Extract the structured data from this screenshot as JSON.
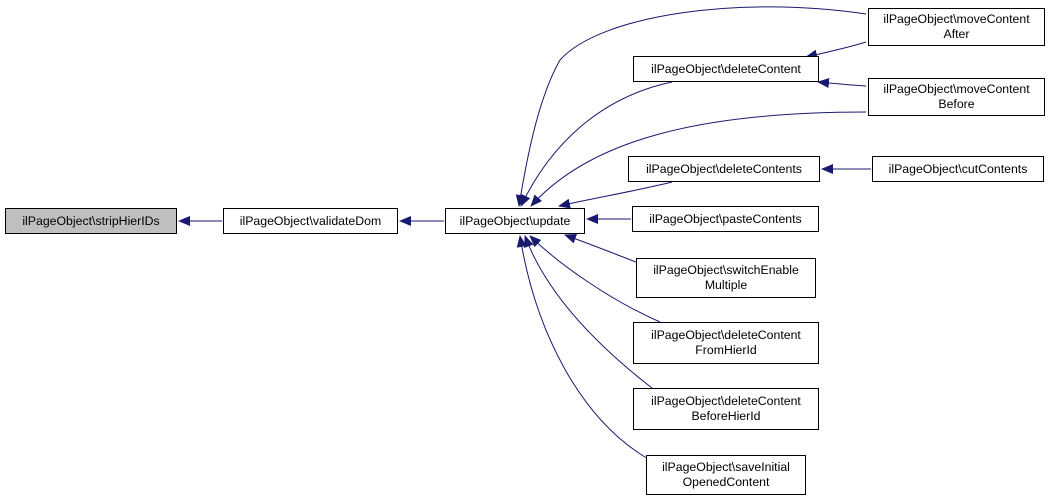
{
  "graph": {
    "colors": {
      "edge": "#191970",
      "node_border": "#000000",
      "node_fill": "#ffffff",
      "root_fill": "#bfbfbf"
    },
    "nodes": {
      "strip": {
        "lines": [
          "ilPageObject\\stripHierIDs"
        ]
      },
      "validate": {
        "lines": [
          "ilPageObject\\validateDom"
        ]
      },
      "update": {
        "lines": [
          "ilPageObject\\update"
        ]
      },
      "deleteContent": {
        "lines": [
          "ilPageObject\\deleteContent"
        ]
      },
      "moveAfter": {
        "lines": [
          "ilPageObject\\moveContent",
          "After"
        ]
      },
      "moveBefore": {
        "lines": [
          "ilPageObject\\moveContent",
          "Before"
        ]
      },
      "deleteContents": {
        "lines": [
          "ilPageObject\\deleteContents"
        ]
      },
      "cutContents": {
        "lines": [
          "ilPageObject\\cutContents"
        ]
      },
      "pasteContents": {
        "lines": [
          "ilPageObject\\pasteContents"
        ]
      },
      "switchEnable": {
        "lines": [
          "ilPageObject\\switchEnable",
          "Multiple"
        ]
      },
      "deleteFromHier": {
        "lines": [
          "ilPageObject\\deleteContent",
          "FromHierId"
        ]
      },
      "deleteBeforeHier": {
        "lines": [
          "ilPageObject\\deleteContent",
          "BeforeHierId"
        ]
      },
      "saveInitial": {
        "lines": [
          "ilPageObject\\saveInitial",
          "OpenedContent"
        ]
      }
    },
    "edges": [
      {
        "from": "validate",
        "to": "strip"
      },
      {
        "from": "update",
        "to": "validate"
      },
      {
        "from": "deleteContent",
        "to": "update"
      },
      {
        "from": "moveAfter",
        "to": "update"
      },
      {
        "from": "moveBefore",
        "to": "update"
      },
      {
        "from": "deleteContents",
        "to": "update"
      },
      {
        "from": "pasteContents",
        "to": "update"
      },
      {
        "from": "switchEnable",
        "to": "update"
      },
      {
        "from": "deleteFromHier",
        "to": "update"
      },
      {
        "from": "deleteBeforeHier",
        "to": "update"
      },
      {
        "from": "saveInitial",
        "to": "update"
      },
      {
        "from": "moveAfter",
        "to": "deleteContent"
      },
      {
        "from": "moveBefore",
        "to": "deleteContent"
      },
      {
        "from": "cutContents",
        "to": "deleteContents"
      }
    ]
  }
}
